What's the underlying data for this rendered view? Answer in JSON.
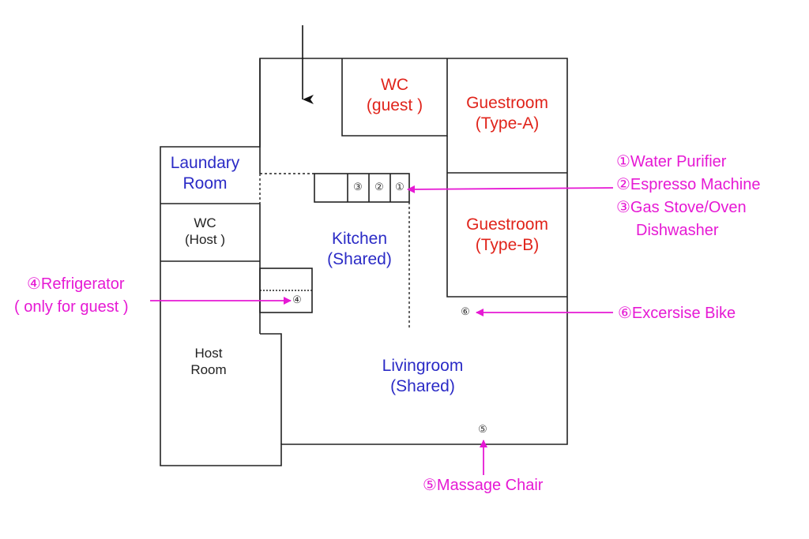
{
  "colors": {
    "wall": "#222222",
    "guestroom_label": "#e0241b",
    "shared_label": "#2b2bc6",
    "annotation": "#e619d4"
  },
  "rooms": {
    "wc_guest": [
      "WC",
      "(guest )"
    ],
    "guestroom_a": [
      "Guestroom",
      "(Type-A)"
    ],
    "guestroom_b": [
      "Guestroom",
      "(Type-B)"
    ],
    "laundry": [
      "Laundary",
      "Room"
    ],
    "wc_host": [
      "WC",
      "(Host )"
    ],
    "kitchen": [
      "Kitchen",
      "(Shared)"
    ],
    "host_room": [
      "Host",
      "Room"
    ],
    "livingroom": [
      "Livingroom",
      "(Shared)"
    ]
  },
  "markers": {
    "m1": "①",
    "m2": "②",
    "m3": "③",
    "m4": "④",
    "m5": "⑤",
    "m6": "⑥"
  },
  "annotations": {
    "water_purifier": "①Water Purifier",
    "espresso": "②Espresso Machine",
    "gas_stove": "③Gas Stove/Oven",
    "dishwasher": "Dishwasher",
    "refrigerator": "④Refrigerator",
    "refrigerator_note": "( only for guest )",
    "bike": "⑥Excersise Bike",
    "massage": "⑤Massage Chair"
  }
}
